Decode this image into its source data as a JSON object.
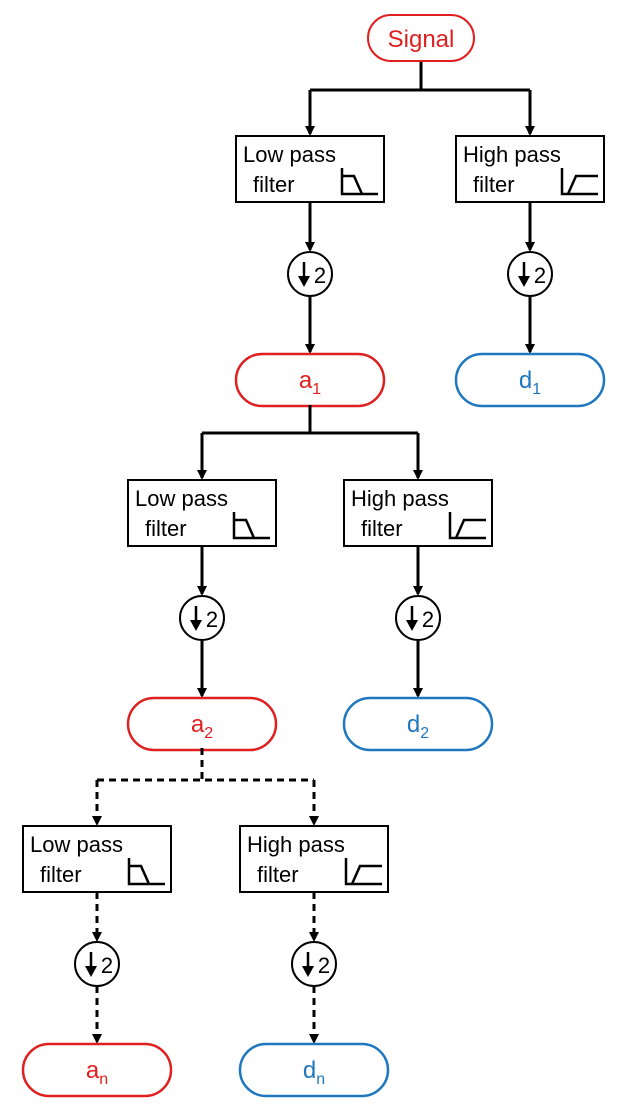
{
  "signal_label": "Signal",
  "filter_low_line1": "Low pass",
  "filter_high_line1": "High pass",
  "filter_line2": "filter",
  "downsample_label": "2",
  "approx_base": "a",
  "detail_base": "d",
  "levels": [
    {
      "approx_sub": "1",
      "detail_sub": "1",
      "line_style": "solid"
    },
    {
      "approx_sub": "2",
      "detail_sub": "2",
      "line_style": "solid"
    },
    {
      "approx_sub": "n",
      "detail_sub": "n",
      "line_style": "dashed"
    }
  ],
  "colors": {
    "approx": "#e02020",
    "detail": "#1f77c0",
    "line": "#000000",
    "box_bg": "#ffffff"
  }
}
